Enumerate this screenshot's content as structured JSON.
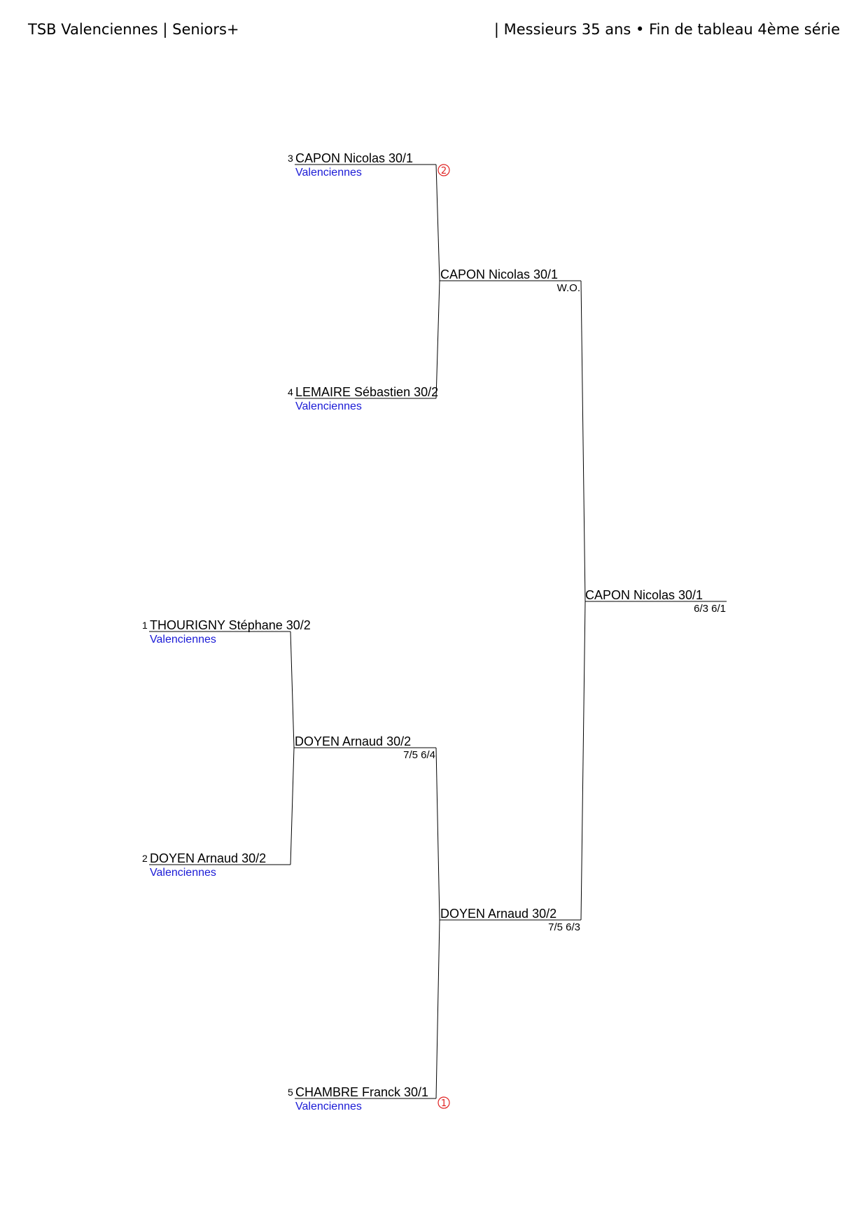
{
  "header": {
    "left": "TSB Valenciennes | Seniors+",
    "right": "| Messieurs 35 ans • Fin de tableau 4ème série"
  },
  "entries": [
    {
      "seed": "3",
      "name": "CAPON Nicolas 30/1",
      "club": "Valenciennes",
      "mark": "2"
    },
    {
      "seed": "4",
      "name": "LEMAIRE Sébastien 30/2",
      "club": "Valenciennes"
    },
    {
      "seed": "1",
      "name": "THOURIGNY Stéphane 30/2",
      "club": "Valenciennes"
    },
    {
      "seed": "2",
      "name": "DOYEN Arnaud 30/2",
      "club": "Valenciennes"
    },
    {
      "seed": "5",
      "name": "CHAMBRE Franck 30/1",
      "club": "Valenciennes",
      "mark": "1"
    }
  ],
  "results": [
    {
      "winner": "CAPON Nicolas 30/1",
      "score": "W.O."
    },
    {
      "winner": "DOYEN Arnaud 30/2",
      "score": "7/5 6/4"
    },
    {
      "winner": "DOYEN Arnaud 30/2",
      "score": "7/5 6/3"
    },
    {
      "winner": "CAPON Nicolas 30/1",
      "score": "6/3 6/1"
    }
  ]
}
